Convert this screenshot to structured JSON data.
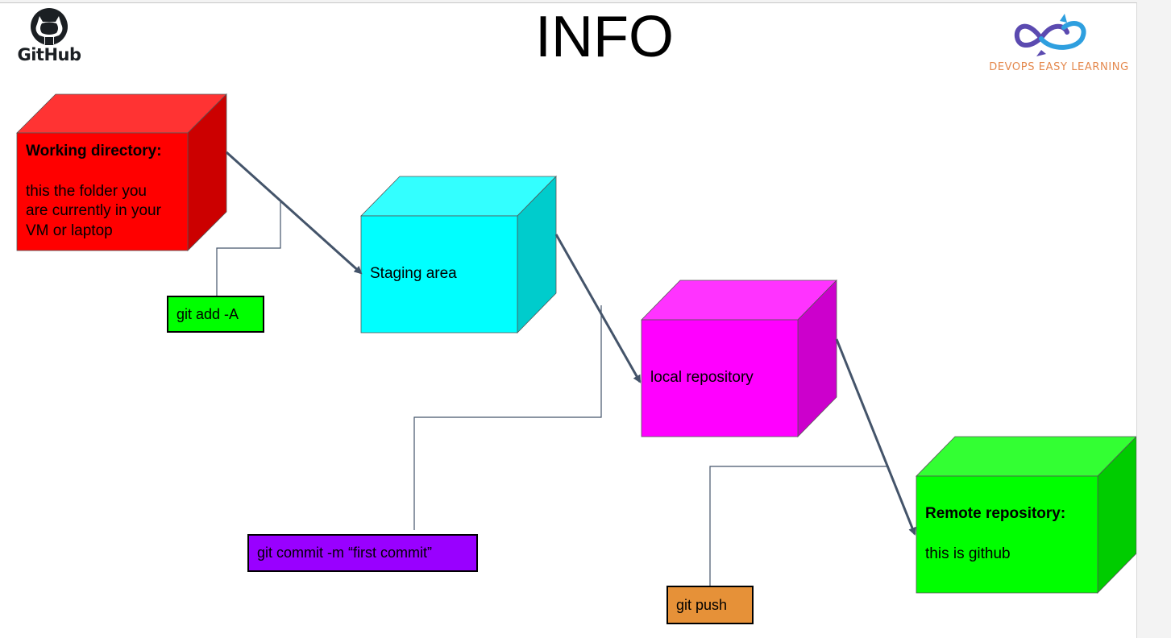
{
  "slide": {
    "title": "INFO"
  },
  "logos": {
    "github": "GitHub",
    "devops": "DEVOPS EASY LEARNING"
  },
  "stages": {
    "working": {
      "title": "Working directory:",
      "body": [
        "this the folder you",
        "are currently in your",
        "VM or laptop"
      ],
      "color": "#ff0000"
    },
    "staging": {
      "title": "Staging area",
      "color": "#00ffff"
    },
    "local": {
      "title": "local repository",
      "color": "#ff00ff"
    },
    "remote": {
      "title": "Remote repository:",
      "body": "this is github",
      "color": "#00ff00"
    }
  },
  "commands": {
    "add": {
      "text": "git add -A",
      "color": "#00ff00"
    },
    "commit": {
      "text": "git commit -m “first commit”",
      "color": "#9900ff"
    },
    "push": {
      "text": "git push",
      "color": "#e69138"
    }
  },
  "colors": {
    "arrow": "#44546a",
    "connector": "#44546a"
  }
}
